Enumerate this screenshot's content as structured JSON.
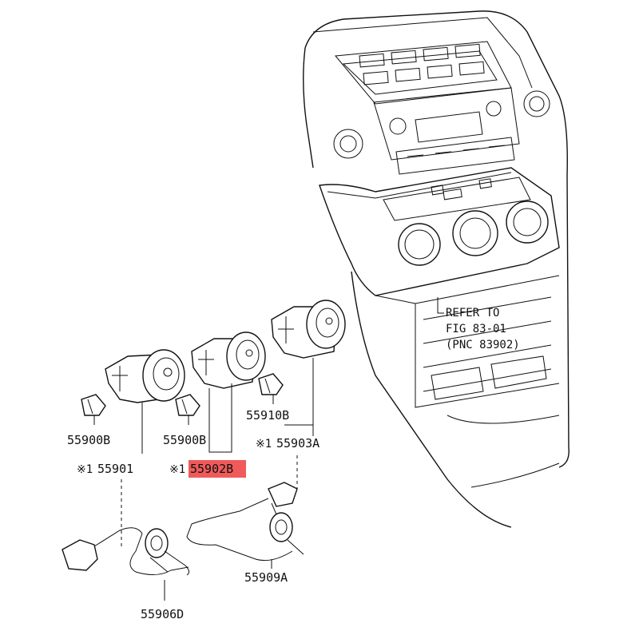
{
  "callouts": {
    "refer_line1": "REFER TO",
    "refer_line2": "FIG 83-01",
    "refer_line3": "(PNC 83902)",
    "bulb_left": "55900B",
    "bulb_mid": "55900B",
    "bulb_right": "55910B",
    "switch_left": "55901",
    "switch_mid": "55902B",
    "switch_right": "55903A",
    "mark": "※1",
    "harness_left": "55906D",
    "harness_right": "55909A"
  },
  "highlight_color": "#f05a5a"
}
